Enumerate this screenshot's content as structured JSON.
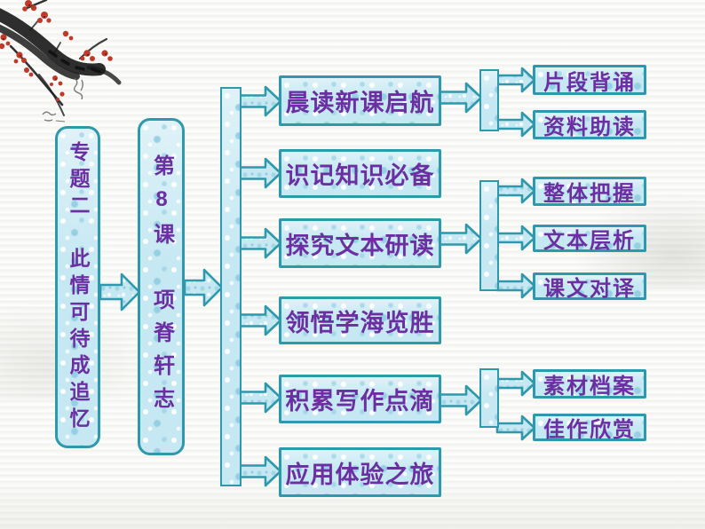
{
  "slide": {
    "topic_box": "专题二　此情可待成追忆",
    "lesson_box": "第8课　项脊轩志",
    "sections": [
      {
        "label": "晨读新课启航",
        "children": [
          "片段背诵",
          "资料助读"
        ]
      },
      {
        "label": "识记知识必备",
        "children": []
      },
      {
        "label": "探究文本研读",
        "children": [
          "整体把握",
          "文本层析",
          "课文对译"
        ]
      },
      {
        "label": "领悟学海览胜",
        "children": []
      },
      {
        "label": "积累写作点滴",
        "children": [
          "素材档案",
          "佳作欣赏"
        ]
      },
      {
        "label": "应用体验之旅",
        "children": []
      }
    ],
    "colors": {
      "box_fill": "#c5e8f2",
      "box_border": "#2e98ac",
      "text_purple": "#6b2fa2",
      "blossom_red": "#c03a2b"
    },
    "decor": {
      "corner_art": "plum-blossom-ink-painting"
    }
  }
}
